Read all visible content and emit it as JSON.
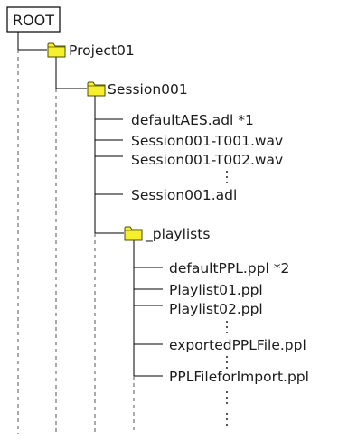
{
  "root": {
    "label": "ROOT"
  },
  "project": {
    "label": "Project01"
  },
  "session": {
    "label": "Session001"
  },
  "session_files": {
    "default_aes": "defaultAES.adl *1",
    "track1": "Session001-T001.wav",
    "track2": "Session001-T002.wav",
    "session_adl": "Session001.adl"
  },
  "playlists": {
    "label": "_playlists",
    "default_ppl": "defaultPPL.ppl *2",
    "playlist1": "Playlist01.ppl",
    "playlist2": "Playlist02.ppl",
    "exported": "exportedPPLFile.ppl",
    "import": "PPLFileforImport.ppl"
  },
  "colors": {
    "line": "#000000",
    "folder": "#f6ef2e",
    "folder_stroke": "#4d4d00",
    "text": "#1a1a1a"
  }
}
